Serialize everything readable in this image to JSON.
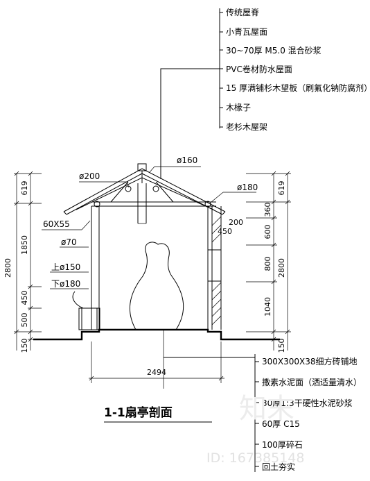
{
  "title": "1-1扇亭剖面",
  "roof_layers": [
    "传统屋脊",
    "小青瓦屋面",
    "30~70厚 M5.0 混合砂浆",
    "PVC卷材防水屋面",
    "15 厚满铺杉木望板（刷氟化钠防腐剂）",
    "木椽子",
    "老杉木屋架"
  ],
  "floor_layers": [
    "300X300X38细方砖铺地",
    "撒素水泥面（洒适量清水）",
    "30厚1:3干硬性水泥砂浆",
    "60厚 C15",
    "100厚碎石",
    "回土夯实"
  ],
  "member_labels": {
    "d200": "ø200",
    "d160": "ø160",
    "d180_right": "ø180",
    "sec_60x55": "60X55",
    "d70": "ø70",
    "upper_d150": "上ø150",
    "lower_d180": "下ø180",
    "dim_200": "200",
    "dim_450": "450"
  },
  "left_dims": {
    "overall": "2800",
    "segments": [
      "619",
      "1850",
      "450",
      "500",
      "150"
    ]
  },
  "right_dims": {
    "overall": "2800",
    "segments": [
      "619",
      "360",
      "600",
      "800",
      "1040",
      "150"
    ]
  },
  "bottom_dim": "2494",
  "watermark": {
    "logo_text": "知末",
    "id_text": "ID: 167385148"
  }
}
